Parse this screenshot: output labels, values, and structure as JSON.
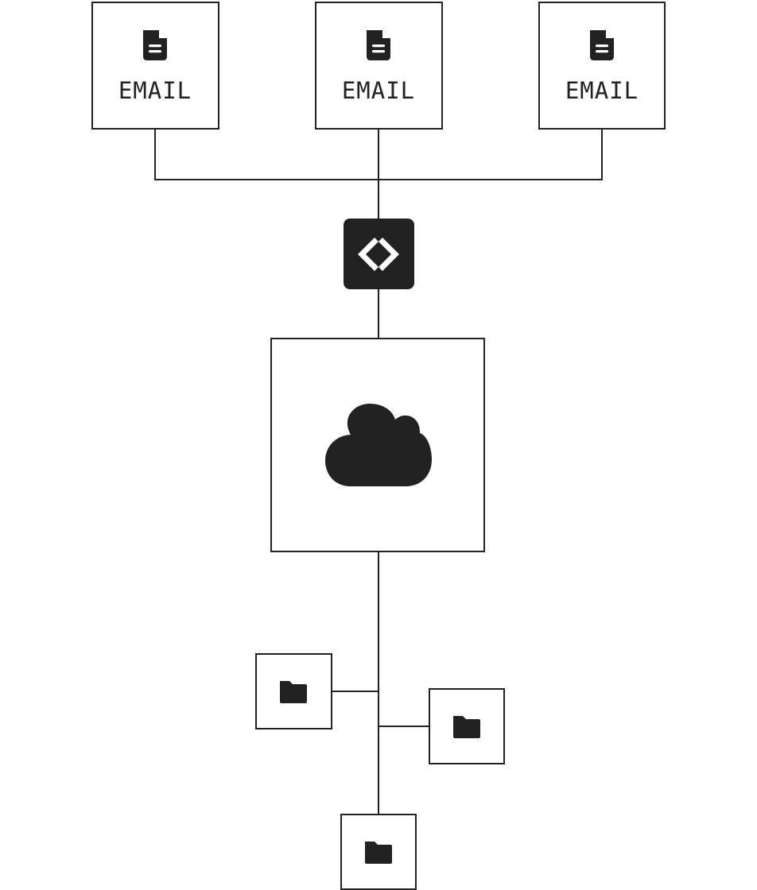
{
  "emails": [
    {
      "label": "EMAIL",
      "icon": "document-icon"
    },
    {
      "label": "EMAIL",
      "icon": "document-icon"
    },
    {
      "label": "EMAIL",
      "icon": "document-icon"
    }
  ],
  "hub": {
    "icon": "diamond-code-icon"
  },
  "cloud": {
    "icon": "cloud-icon"
  },
  "folders": [
    {
      "icon": "folder-icon"
    },
    {
      "icon": "folder-icon"
    },
    {
      "icon": "folder-icon"
    }
  ],
  "colors": {
    "stroke": "#222222",
    "fill": "#222222",
    "background": "#ffffff"
  }
}
